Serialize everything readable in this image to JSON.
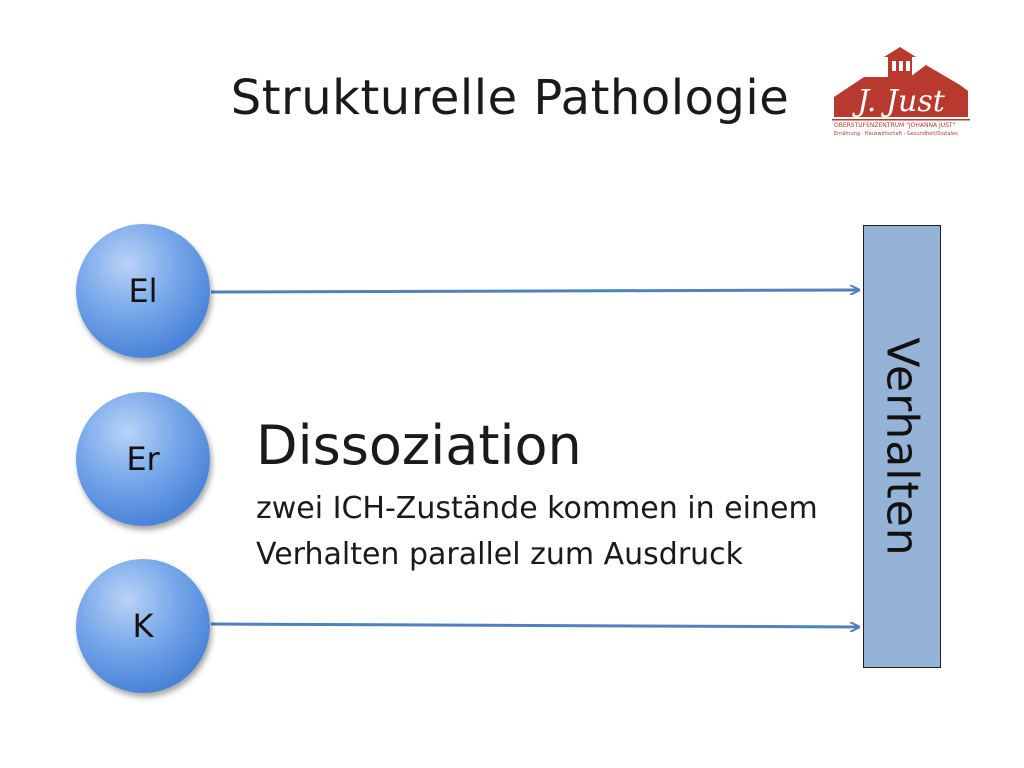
{
  "slide": {
    "title": "Strukturelle Pathologie"
  },
  "logo": {
    "script_text": "J. Just",
    "caption": "OBERSTUFENZENTRUM \"JOHANNA JUST\"",
    "subcaption": "Ernährung · Hauswirtschaft · Gesundheit/Soziales",
    "colors": {
      "primary": "#b83a2e"
    }
  },
  "diagram": {
    "states": [
      {
        "label": "El",
        "has_arrow": true
      },
      {
        "label": "Er",
        "has_arrow": false
      },
      {
        "label": "K",
        "has_arrow": true
      }
    ],
    "target": {
      "label": "Verhalten",
      "color": "#95b3d7"
    },
    "arrow_color": "#4f81bd",
    "circle_color": "#4a84d8",
    "annotation": {
      "title": "Dissoziation",
      "line1": "zwei ICH-Zustände kommen in einem",
      "line2": "Verhalten parallel zum Ausdruck"
    }
  }
}
